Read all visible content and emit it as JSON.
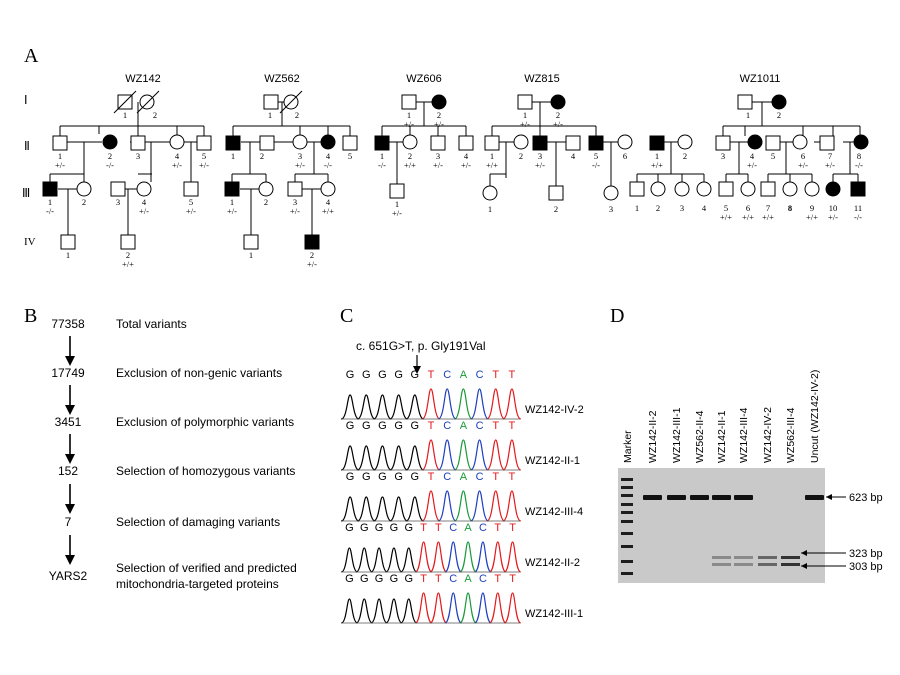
{
  "panels": {
    "a": "A",
    "b": "B",
    "c": "C",
    "d": "D"
  },
  "generations": [
    "Ⅰ",
    "Ⅱ",
    "Ⅲ",
    "IV"
  ],
  "families": {
    "wz142": {
      "name": "WZ142",
      "labels": {
        "i1": "1",
        "i2": "2",
        "ii1": "1",
        "ii1g": "+/-",
        "ii2": "2",
        "ii2g": "-/-",
        "ii3": "3",
        "ii4": "4",
        "ii4g": "+/-",
        "ii5": "5",
        "ii5g": "+/-",
        "iii1": "1",
        "iii1g": "-/-",
        "iii2": "2",
        "iii3": "3",
        "iii4": "4",
        "iii4g": "+/-",
        "iii5": "5",
        "iii5g": "+/-",
        "iv1": "1",
        "iv2": "2",
        "iv2g": "+/+"
      }
    },
    "wz562": {
      "name": "WZ562",
      "labels": {
        "i1": "1",
        "i2": "2",
        "ii1": "1",
        "ii2": "2",
        "ii3": "3",
        "ii3g": "+/-",
        "ii4": "4",
        "ii4g": "-/-",
        "ii5": "5",
        "iii1": "1",
        "iii1g": "+/-",
        "iii2": "2",
        "iii3": "3",
        "iii3g": "+/-",
        "iii4": "4",
        "iii4g": "+/+",
        "iv1": "1",
        "iv2": "2",
        "iv2g": "+/-"
      }
    },
    "wz606": {
      "name": "WZ606",
      "labels": {
        "i1": "1",
        "i1g": "+/-",
        "i2": "2",
        "i2g": "+/-",
        "ii1": "1",
        "ii1g": "-/-",
        "ii2": "2",
        "ii2g": "+/+",
        "ii3": "3",
        "ii3g": "+/-",
        "ii4": "4",
        "ii4g": "+/-",
        "iii1": "1",
        "iii1g": "+/-"
      }
    },
    "wz815": {
      "name": "WZ815",
      "labels": {
        "i1": "1",
        "i1g": "+/-",
        "i2": "2",
        "i2g": "+/-",
        "ii1": "1",
        "ii1g": "+/+",
        "ii2": "2",
        "ii3": "3",
        "ii3g": "+/-",
        "ii4": "4",
        "ii5": "5",
        "ii5g": "-/-",
        "ii6": "6",
        "iii1": "1",
        "iii2": "2",
        "iii3": "3"
      }
    },
    "wz1011": {
      "name": "WZ1011",
      "labels": {
        "i1": "1",
        "i2": "2",
        "ii1": "1",
        "ii1g": "+/+",
        "ii2": "2",
        "ii3": "3",
        "ii4": "4",
        "ii4g": "+/-",
        "ii5": "5",
        "ii6": "6",
        "ii6g": "+/-",
        "ii7": "7",
        "ii7g": "+/-",
        "ii8": "8",
        "ii8g": "-/-",
        "iii1": "1",
        "iii2": "2",
        "iii3": "3",
        "iii4": "4",
        "iii5": "5",
        "iii5g": "+/+",
        "iii6": "6",
        "iii6g": "+/+",
        "iii7": "7",
        "iii7g": "+/+",
        "iii8": "8",
        "iii9": "9",
        "iii9g": "+/+",
        "iii10": "10",
        "iii10g": "+/-",
        "iii11": "11",
        "iii11g": "-/-"
      }
    }
  },
  "filtering": {
    "steps": [
      {
        "count": "77358",
        "label": "Total variants"
      },
      {
        "count": "17749",
        "label": "Exclusion of non-genic variants"
      },
      {
        "count": "3451",
        "label": "Exclusion of polymorphic variants"
      },
      {
        "count": "152",
        "label": "Selection of homozygous variants"
      },
      {
        "count": "7",
        "label": "Selection of damaging variants"
      },
      {
        "count": "YARS2",
        "label": "Selection of verified and predicted",
        "label2": "mitochondria-targeted proteins"
      }
    ]
  },
  "sequencing": {
    "mutation": "c. 651G>T, p. Gly191Val",
    "traces": [
      {
        "sample": "WZ142-IV-2",
        "bases": [
          "G",
          "G",
          "G",
          "G",
          "G",
          "T",
          "C",
          "A",
          "C",
          "T",
          "T"
        ]
      },
      {
        "sample": "WZ142-II-1",
        "bases": [
          "G",
          "G",
          "G",
          "G",
          "G",
          "T",
          "C",
          "A",
          "C",
          "T",
          "T"
        ]
      },
      {
        "sample": "WZ142-III-4",
        "bases": [
          "G",
          "G",
          "G",
          "G",
          "G",
          "T",
          "C",
          "A",
          "C",
          "T",
          "T"
        ]
      },
      {
        "sample": "WZ142-II-2",
        "bases": [
          "G",
          "G",
          "G",
          "G",
          "G",
          "T",
          "T",
          "C",
          "A",
          "C",
          "T",
          "T"
        ]
      },
      {
        "sample": "WZ142-III-1",
        "bases": [
          "G",
          "G",
          "G",
          "G",
          "G",
          "T",
          "T",
          "C",
          "A",
          "C",
          "T",
          "T"
        ]
      }
    ],
    "base_colors": {
      "G": "#000000",
      "T": "#e41a1c",
      "C": "#1f3fbf",
      "A": "#1a9a3a"
    }
  },
  "gel": {
    "lanes": [
      "Marker",
      "WZ142-II-2",
      "WZ142-III-1",
      "WZ562-II-4",
      "WZ142-II-1",
      "WZ142-III-4",
      "WZ142-IV-2",
      "WZ562-III-4",
      "Uncut (WZ142-IV-2)"
    ],
    "sizes": [
      "623 bp",
      "323 bp",
      "303 bp"
    ]
  }
}
